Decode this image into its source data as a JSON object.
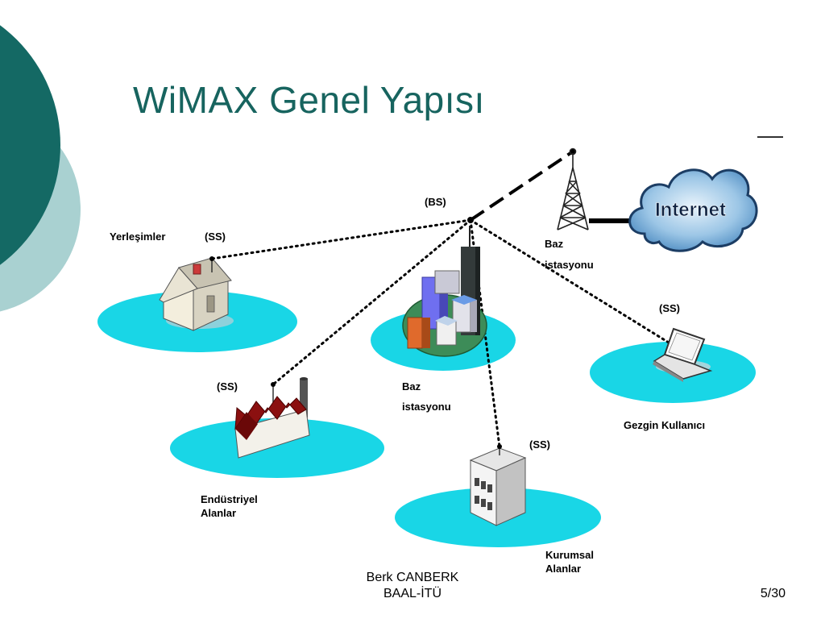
{
  "slide": {
    "title": "WiMAX Genel Yapısı",
    "page_number": "5/30",
    "author": "Berk CANBERK",
    "institution": "BAAL-İTÜ",
    "colors": {
      "title": "#17645f",
      "deco_dark": "#146964",
      "deco_light": "#a9d1d1",
      "coverage_area": "#19d6e6"
    }
  },
  "diagram": {
    "bs_label": "(BS)",
    "internet_label": "Internet",
    "tower_label_line1": "Baz",
    "tower_label_line2": "istasyonu",
    "nodes": {
      "residential": {
        "title": "Yerleşimler",
        "ss": "(SS)"
      },
      "industrial": {
        "ss": "(SS)",
        "line1": "Endüstriyel",
        "line2": "Alanlar"
      },
      "base_station": {
        "line1": "Baz",
        "line2": "istasyonu"
      },
      "mobile": {
        "ss": "(SS)",
        "label": "Gezgin Kullanıcı"
      },
      "corporate": {
        "ss": "(SS)",
        "line1": "Kurumsal",
        "line2": "Alanlar"
      }
    },
    "icons": [
      "house-icon",
      "factory-icon",
      "city-buildings-icon",
      "laptop-icon",
      "office-building-icon",
      "radio-tower-icon",
      "cloud-icon"
    ]
  }
}
